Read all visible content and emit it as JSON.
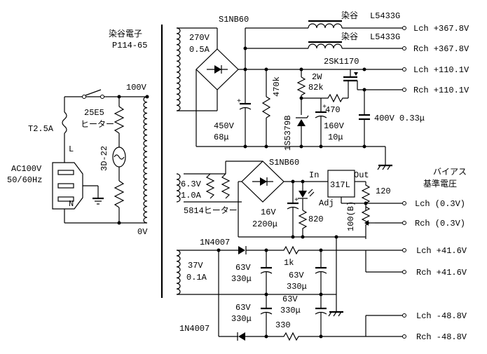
{
  "transformer": {
    "maker": "染谷電子",
    "model": "P114-65"
  },
  "ac_input": {
    "fuse": "T2.5A",
    "source_line1": "AC100V",
    "source_line2": "50/60Hz",
    "live": "L",
    "neutral": "N"
  },
  "primary": {
    "tap_100v": "100V",
    "tap_0v": "0V"
  },
  "heater": {
    "tube": "25E5",
    "label": "ヒーター",
    "lamp": "3D-22"
  },
  "hv": {
    "winding_v": "270V",
    "winding_a": "0.5A",
    "bridge": "S1NB60",
    "choke_maker": "染谷",
    "choke_model": "L5433G",
    "cap_v": "450V",
    "cap_c": "68μ",
    "bleeder": "470k",
    "zener": "1S5379B",
    "gate_r1": "2W",
    "gate_r2": "82k",
    "gate_r3": "470",
    "cap2_v": "160V",
    "cap2_c": "10μ",
    "fet": "2SK1170",
    "film_cap": "400V 0.33μ",
    "out_lch_hv": "Lch +367.8V",
    "out_rch_hv": "Rch +367.8V",
    "out_lch_mv": "Lch +110.1V",
    "out_rch_mv": "Rch +110.1V"
  },
  "bias": {
    "winding_v": "6.3V",
    "winding_a": "1.0A",
    "heater_label": "5814ヒーター",
    "bridge": "S1NB60",
    "cap_v": "16V",
    "cap_c": "2200μ",
    "reg": "317L",
    "pin_in": "In",
    "pin_out": "Out",
    "pin_adj": "Adj",
    "r_adj": "820",
    "r_set": "120",
    "pot": "100(B)",
    "title1": "バイアス",
    "title2": "基準電圧",
    "out_lch": "Lch (0.3V)",
    "out_rch": "Rch (0.3V)"
  },
  "neg": {
    "winding_v": "37V",
    "winding_a": "0.1A",
    "diode_top": "1N4007",
    "diode_bot": "1N4007",
    "c_v": "63V",
    "c_c": "330μ",
    "r_top": "1k",
    "r_bot": "330",
    "out_lch_p": "Lch +41.6V",
    "out_rch_p": "Rch +41.6V",
    "out_lch_n": "Lch -48.8V",
    "out_rch_n": "Rch -48.8V"
  }
}
